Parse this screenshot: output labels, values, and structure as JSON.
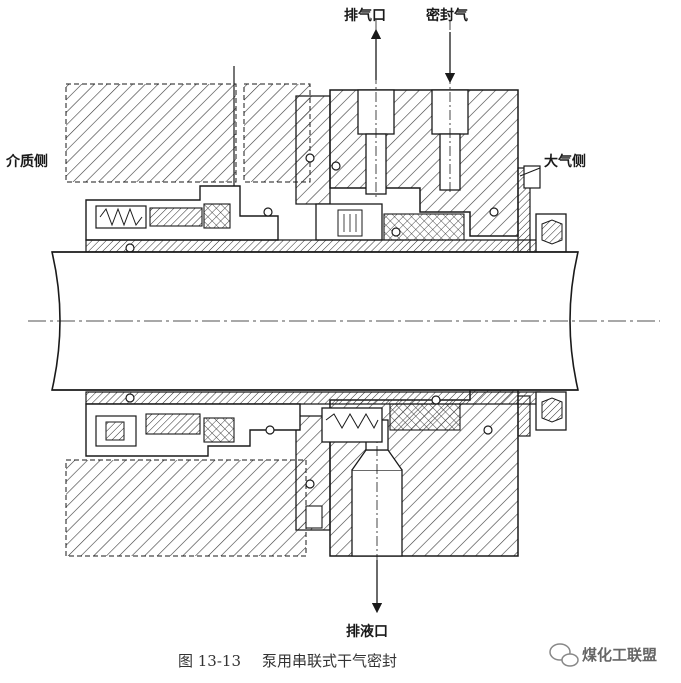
{
  "labels": {
    "exhaust_port": "排气口",
    "seal_gas": "密封气",
    "medium_side": "介质侧",
    "atmosphere_side": "大气侧",
    "drain_port": "排液口"
  },
  "caption": {
    "figure_no": "图 13-13",
    "title": "泵用串联式干气密封"
  },
  "watermark": {
    "text": "煤化工联盟",
    "icon": "chat-bubble-icon"
  },
  "colors": {
    "line": "#1a1a1a",
    "hatch": "#2a2a2a",
    "paper": "#ffffff"
  }
}
